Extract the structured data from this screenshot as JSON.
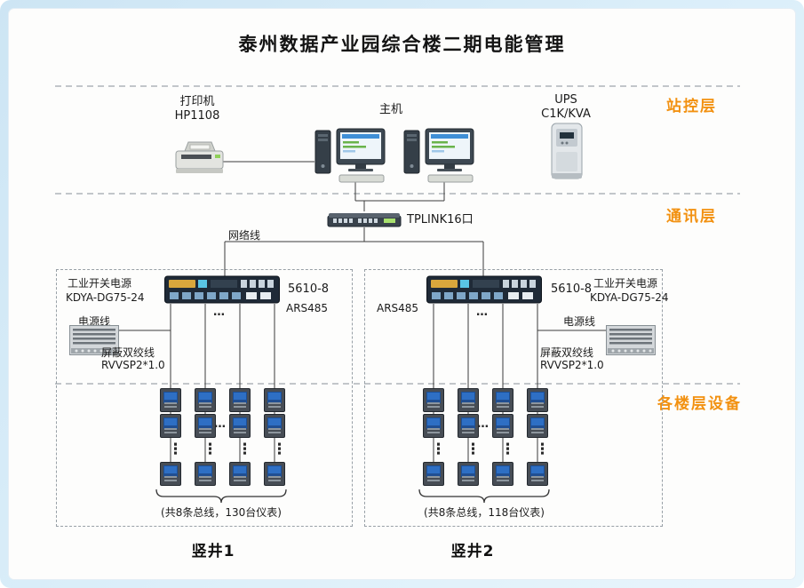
{
  "title": "泰州数据产业园综合楼二期电能管理",
  "layer_labels": {
    "station": "站控层",
    "comm": "通讯层",
    "floor": "各楼层设备"
  },
  "station_layer": {
    "printer_name": "打印机",
    "printer_model": "HP1108",
    "host_label": "主机",
    "ups_name": "UPS",
    "ups_model": "C1K/KVA"
  },
  "comm_layer": {
    "switch_label": "TPLINK16口",
    "network_cable_label": "网络线"
  },
  "shaft1": {
    "psu_name": "工业开关电源",
    "psu_model": "KDYA-DG75-24",
    "server_model": "5610-8",
    "bus_label": "ARS485",
    "power_cable_label": "电源线",
    "twisted_pair_name": "屏蔽双绞线",
    "twisted_pair_model": "RVVSP2*1.0",
    "summary": "(共8条总线，130台仪表)",
    "name": "竖井1"
  },
  "shaft2": {
    "psu_name": "工业开关电源",
    "psu_model": "KDYA-DG75-24",
    "server_model": "5610-8",
    "bus_label": "ARS485",
    "power_cable_label": "电源线",
    "twisted_pair_name": "屏蔽双绞线",
    "twisted_pair_model": "RVVSP2*1.0",
    "summary": "(共8条总线，118台仪表)",
    "name": "竖井2"
  },
  "decorations": {
    "dots_h": "…",
    "dots_v": "⋮"
  },
  "colors": {
    "layer_label": "#f29111",
    "line": "#3b3b3b",
    "frame": "#cde5f4"
  }
}
